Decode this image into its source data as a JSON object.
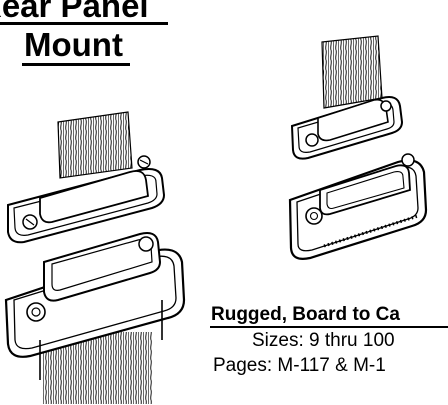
{
  "heading": {
    "line1": "Rear Panel",
    "line2": "Mount"
  },
  "caption": {
    "title": "Rugged, Board to Ca",
    "sizes": "Sizes:  9 thru 100",
    "pages": "Pages: M-117 & M-1"
  }
}
